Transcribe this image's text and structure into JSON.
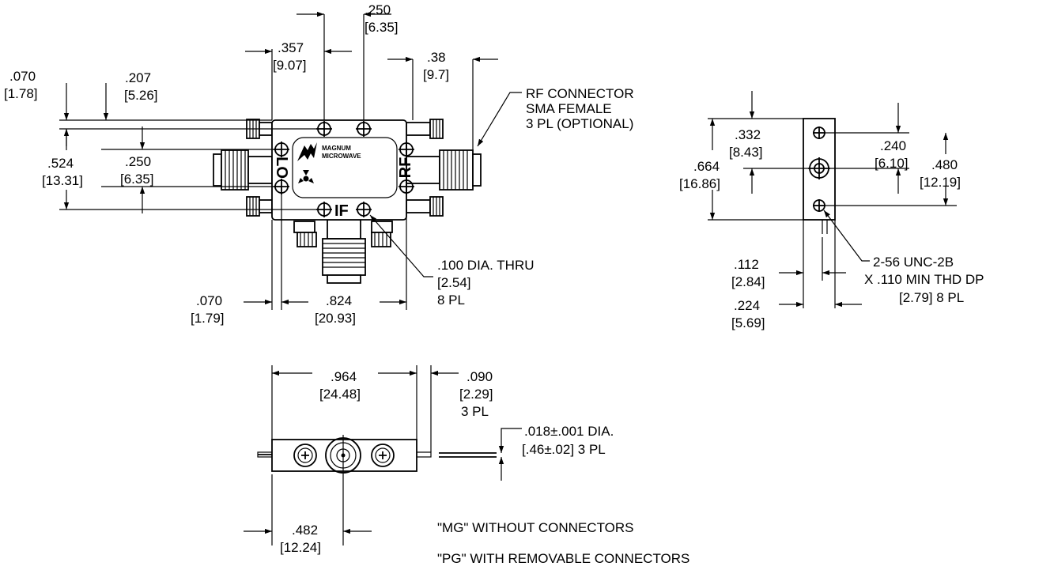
{
  "dims": {
    "d250_top": ".250",
    "d250_top_mm": "[6.35]",
    "d357": ".357",
    "d357_mm": "[9.07]",
    "d38": ".38",
    "d38_mm": "[9.7]",
    "d070_left": ".070",
    "d070_left_mm": "[1.78]",
    "d207": ".207",
    "d207_mm": "[5.26]",
    "d524": ".524",
    "d524_mm": "[13.31]",
    "d250_mid": ".250",
    "d250_mid_mm": "[6.35]",
    "d070_bottom": ".070",
    "d070_bottom_mm": "[1.79]",
    "d824": ".824",
    "d824_mm": "[20.93]",
    "d664": ".664",
    "d664_mm": "[16.86]",
    "d332": ".332",
    "d332_mm": "[8.43]",
    "d240": ".240",
    "d240_mm": "[6.10]",
    "d480": ".480",
    "d480_mm": "[12.19]",
    "d112": ".112",
    "d112_mm": "[2.84]",
    "d224": ".224",
    "d224_mm": "[5.69]",
    "d964": ".964",
    "d964_mm": "[24.48]",
    "d090": ".090",
    "d090_mm": "[2.29]",
    "d090_qty": "3 PL",
    "d482": ".482",
    "d482_mm": "[12.24]"
  },
  "callouts": {
    "rf_connector": [
      "RF CONNECTOR",
      "SMA FEMALE",
      "3 PL   (OPTIONAL)"
    ],
    "hole": [
      ".100 DIA. THRU",
      "[2.54]",
      "8 PL"
    ],
    "thread": [
      "2-56 UNC-2B",
      "X .110 MIN THD DP",
      "[2.79]  8 PL"
    ],
    "pin": [
      ".018±.001 DIA.",
      "[.46±.02]  3 PL"
    ]
  },
  "port_labels": {
    "lo": "LO",
    "rf": "RF",
    "if": "IF"
  },
  "logo": {
    "line1": "MAGNUM",
    "line2": "MICROWAVE"
  },
  "notes": [
    "\"MG\" WITHOUT CONNECTORS",
    "\"PG\" WITH REMOVABLE CONNECTORS"
  ]
}
